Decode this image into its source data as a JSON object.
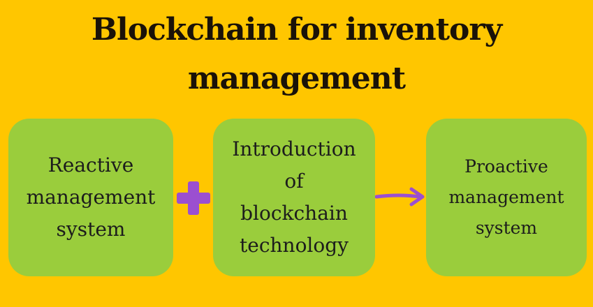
{
  "title": {
    "line1": "Blockchain for inventory",
    "line2": "management"
  },
  "boxes": {
    "reactive": [
      "Reactive",
      "management",
      "system"
    ],
    "intro": [
      "Introduction",
      "of",
      "blockchain",
      "technology"
    ],
    "proactive": [
      "Proactive",
      "management",
      "system"
    ]
  },
  "operators": {
    "plus_icon": "plus-icon",
    "arrow_icon": "arrow-right-icon"
  },
  "colors": {
    "background": "#FFC600",
    "box_fill": "#9ACD3C",
    "accent_purple": "#9B4FD0",
    "title_text": "#1a1208"
  }
}
